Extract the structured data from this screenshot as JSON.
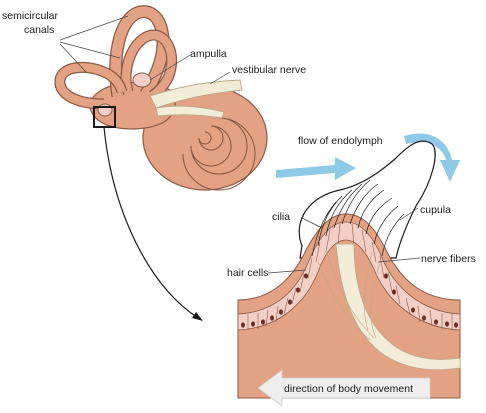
{
  "labels": {
    "semicircular_line1": "semicircular",
    "semicircular_line2": "canals",
    "ampulla": "ampulla",
    "vestibular_nerve": "vestibular nerve",
    "flow_of_endolymph": "flow of endolymph",
    "cilia": "cilia",
    "cupula": "cupula",
    "hair_cells": "hair cells",
    "nerve_fibers": "nerve fibers",
    "direction_of_body_movement": "direction of body movement"
  },
  "colors": {
    "tissue": "#e3a283",
    "tissue_dark": "#c27a5f",
    "cell_pink": "#f3cfc7",
    "nerve": "#f3ecd8",
    "flow_arrow": "#8ecae6",
    "movement_arrow": "#eeeeee"
  }
}
